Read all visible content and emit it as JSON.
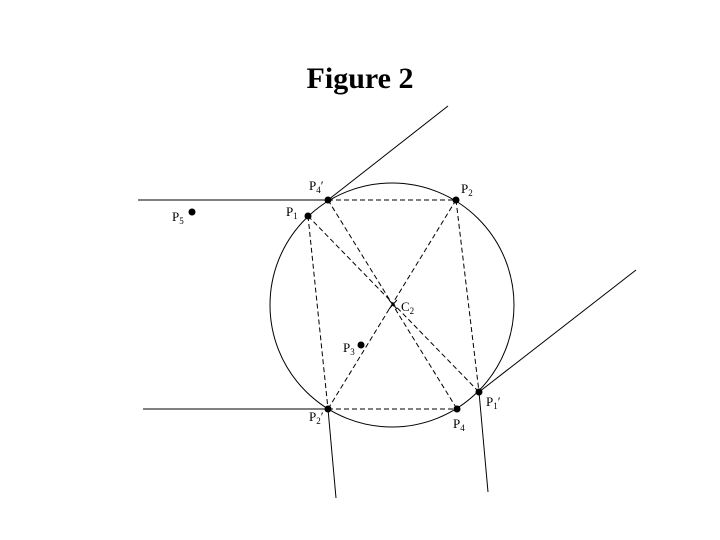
{
  "title": "Figure 2",
  "labels": {
    "p4prime": {
      "base": "P",
      "sub": "4",
      "mark": "′"
    },
    "p2": {
      "base": "P",
      "sub": "2",
      "mark": ""
    },
    "p5": {
      "base": "P",
      "sub": "5",
      "mark": ""
    },
    "p1": {
      "base": "P",
      "sub": "1",
      "mark": ""
    },
    "c2": {
      "base": "C",
      "sub": "2",
      "mark": ""
    },
    "p3": {
      "base": "P",
      "sub": "3",
      "mark": ""
    },
    "p1prime": {
      "base": "P",
      "sub": "1",
      "mark": "′"
    },
    "p2prime": {
      "base": "P",
      "sub": "2",
      "mark": "′"
    },
    "p4": {
      "base": "P",
      "sub": "4",
      "mark": ""
    }
  }
}
